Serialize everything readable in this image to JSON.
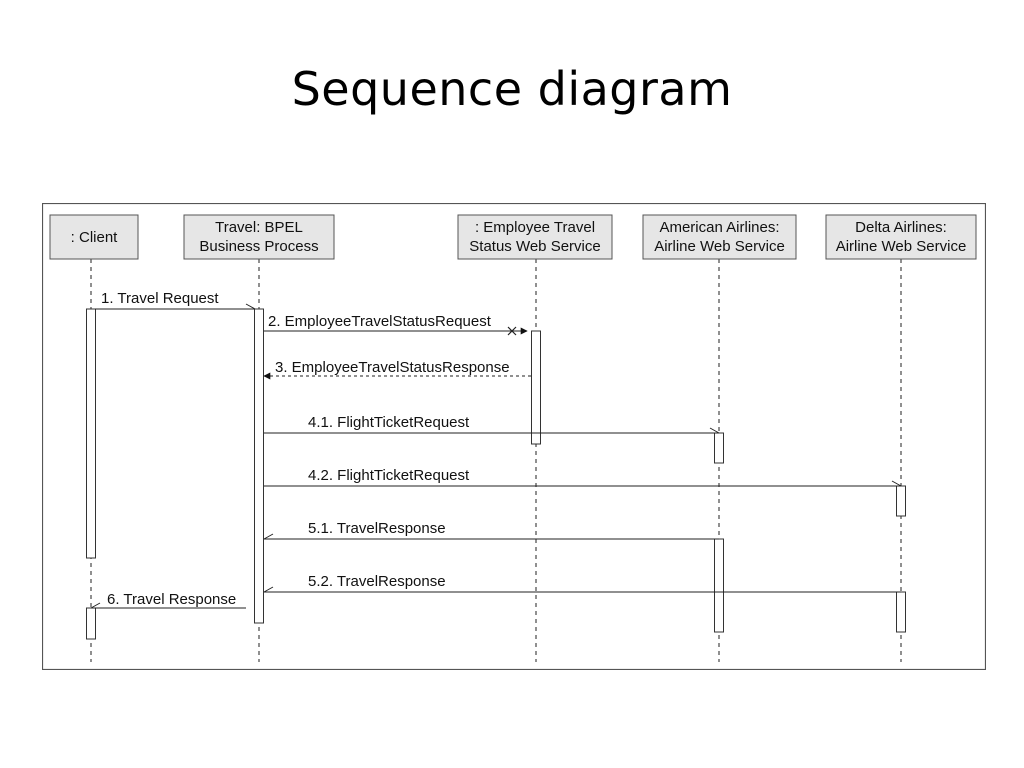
{
  "title": "Sequence diagram",
  "participants": [
    {
      "id": "client",
      "lines": [
        ": Client"
      ]
    },
    {
      "id": "travel",
      "lines": [
        "Travel: BPEL",
        "Business Process"
      ]
    },
    {
      "id": "employee",
      "lines": [
        ": Employee Travel",
        "Status Web Service"
      ]
    },
    {
      "id": "american",
      "lines": [
        "American Airlines:",
        "Airline Web Service"
      ]
    },
    {
      "id": "delta",
      "lines": [
        "Delta Airlines:",
        "Airline Web Service"
      ]
    }
  ],
  "messages": [
    {
      "label": "1. Travel Request",
      "from": "client",
      "to": "travel",
      "style": "solid"
    },
    {
      "label": "2. EmployeeTravelStatusRequest",
      "from": "travel",
      "to": "employee",
      "style": "solid-filled"
    },
    {
      "label": "3. EmployeeTravelStatusResponse",
      "from": "employee",
      "to": "travel",
      "style": "dashed-filled"
    },
    {
      "label": "4.1. FlightTicketRequest",
      "from": "travel",
      "to": "american",
      "style": "solid"
    },
    {
      "label": "4.2. FlightTicketRequest",
      "from": "travel",
      "to": "delta",
      "style": "solid"
    },
    {
      "label": "5.1. TravelResponse",
      "from": "american",
      "to": "travel",
      "style": "solid"
    },
    {
      "label": "5.2. TravelResponse",
      "from": "delta",
      "to": "travel",
      "style": "solid"
    },
    {
      "label": "6. Travel Response",
      "from": "travel",
      "to": "client",
      "style": "solid"
    }
  ]
}
